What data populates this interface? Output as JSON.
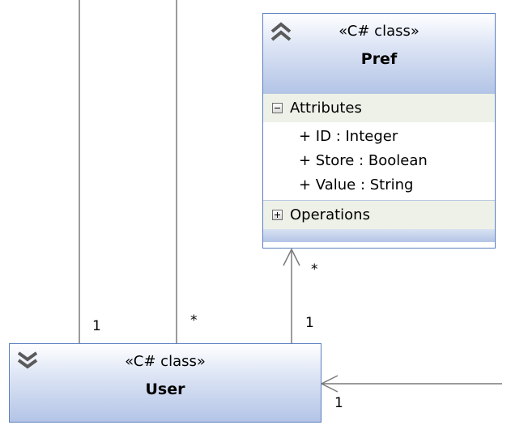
{
  "colors": {
    "class_border": "#5b7fc0",
    "header_gradient_end": "#b3c4e6",
    "compartment_background": "#eef1e8",
    "connector_line": "#7a7a7a"
  },
  "classes": {
    "pref": {
      "stereotype": "«C# class»",
      "name": "Pref",
      "collapse_icon": "chevron-double-up-icon",
      "attributes_label": "Attributes",
      "attributes_toggle_icon": "minus-box-icon",
      "attributes": [
        "+ ID : Integer",
        "+ Store : Boolean",
        "+ Value : String"
      ],
      "operations_label": "Operations",
      "operations_toggle_icon": "plus-box-icon"
    },
    "user": {
      "stereotype": "«C# class»",
      "name": "User",
      "expand_icon": "chevron-double-down-icon"
    }
  },
  "multiplicities": {
    "left_line_user_end": "1",
    "mid_line_user_end": "*",
    "pref_user_association_user_end": "1",
    "pref_user_association_pref_end": "*",
    "incoming_association_user_end": "1"
  }
}
